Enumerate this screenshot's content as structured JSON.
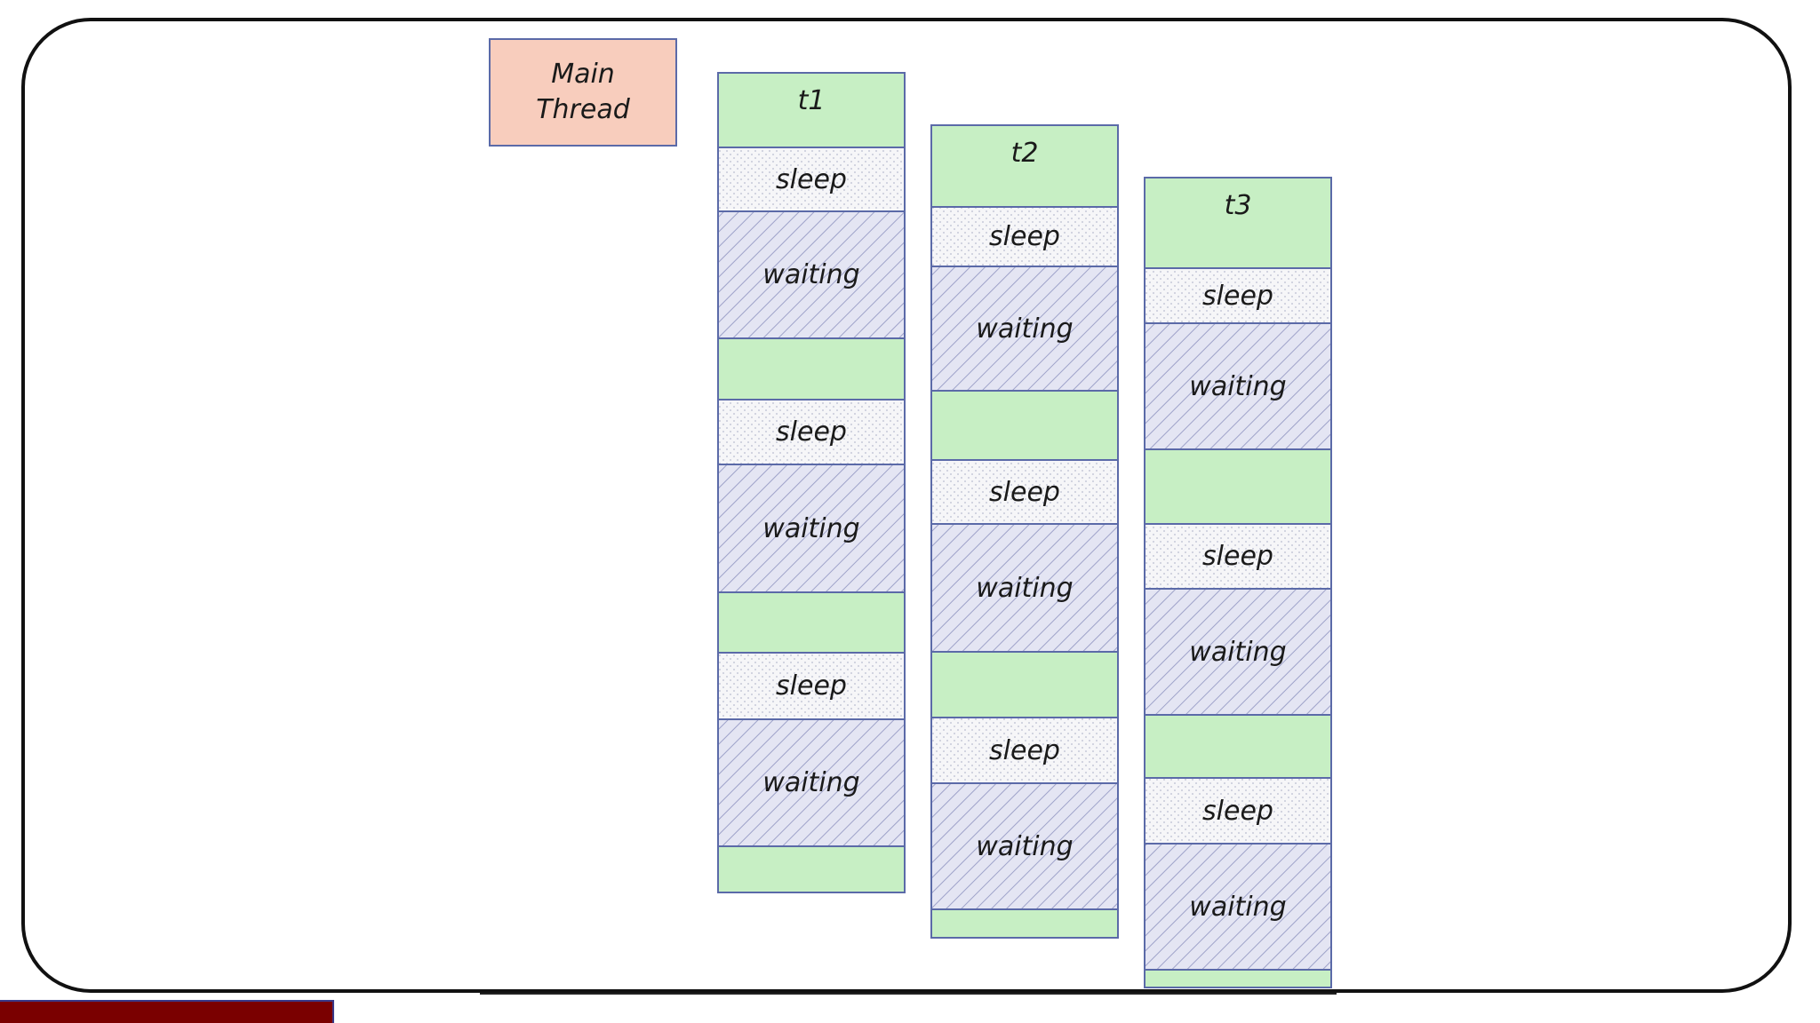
{
  "main_thread": {
    "label_line1": "Main",
    "label_line2": "Thread"
  },
  "colors": {
    "run": "#c7efc4",
    "sleep_bg": "#f6f6f8",
    "waiting_bg": "#e4e5f3",
    "border": "#5b6aa8",
    "main_thread_fill": "#f8cdbd"
  },
  "threads": [
    {
      "name": "t1",
      "segments": [
        {
          "type": "run",
          "label": "t1"
        },
        {
          "type": "sleep",
          "label": "sleep"
        },
        {
          "type": "waiting",
          "label": "waiting"
        },
        {
          "type": "run",
          "label": ""
        },
        {
          "type": "sleep",
          "label": "sleep"
        },
        {
          "type": "waiting",
          "label": "waiting"
        },
        {
          "type": "run",
          "label": ""
        },
        {
          "type": "sleep",
          "label": "sleep"
        },
        {
          "type": "waiting",
          "label": "waiting"
        },
        {
          "type": "run",
          "label": ""
        }
      ]
    },
    {
      "name": "t2",
      "segments": [
        {
          "type": "run",
          "label": "t2"
        },
        {
          "type": "sleep",
          "label": "sleep"
        },
        {
          "type": "waiting",
          "label": "waiting"
        },
        {
          "type": "run",
          "label": ""
        },
        {
          "type": "sleep",
          "label": "sleep"
        },
        {
          "type": "waiting",
          "label": "waiting"
        },
        {
          "type": "run",
          "label": ""
        },
        {
          "type": "sleep",
          "label": "sleep"
        },
        {
          "type": "waiting",
          "label": "waiting"
        },
        {
          "type": "run",
          "label": ""
        }
      ]
    },
    {
      "name": "t3",
      "segments": [
        {
          "type": "run",
          "label": "t3"
        },
        {
          "type": "sleep",
          "label": "sleep"
        },
        {
          "type": "waiting",
          "label": "waiting"
        },
        {
          "type": "run",
          "label": ""
        },
        {
          "type": "sleep",
          "label": "sleep"
        },
        {
          "type": "waiting",
          "label": "waiting"
        },
        {
          "type": "run",
          "label": ""
        },
        {
          "type": "sleep",
          "label": "sleep"
        },
        {
          "type": "waiting",
          "label": "waiting"
        },
        {
          "type": "run",
          "label": ""
        }
      ]
    }
  ]
}
